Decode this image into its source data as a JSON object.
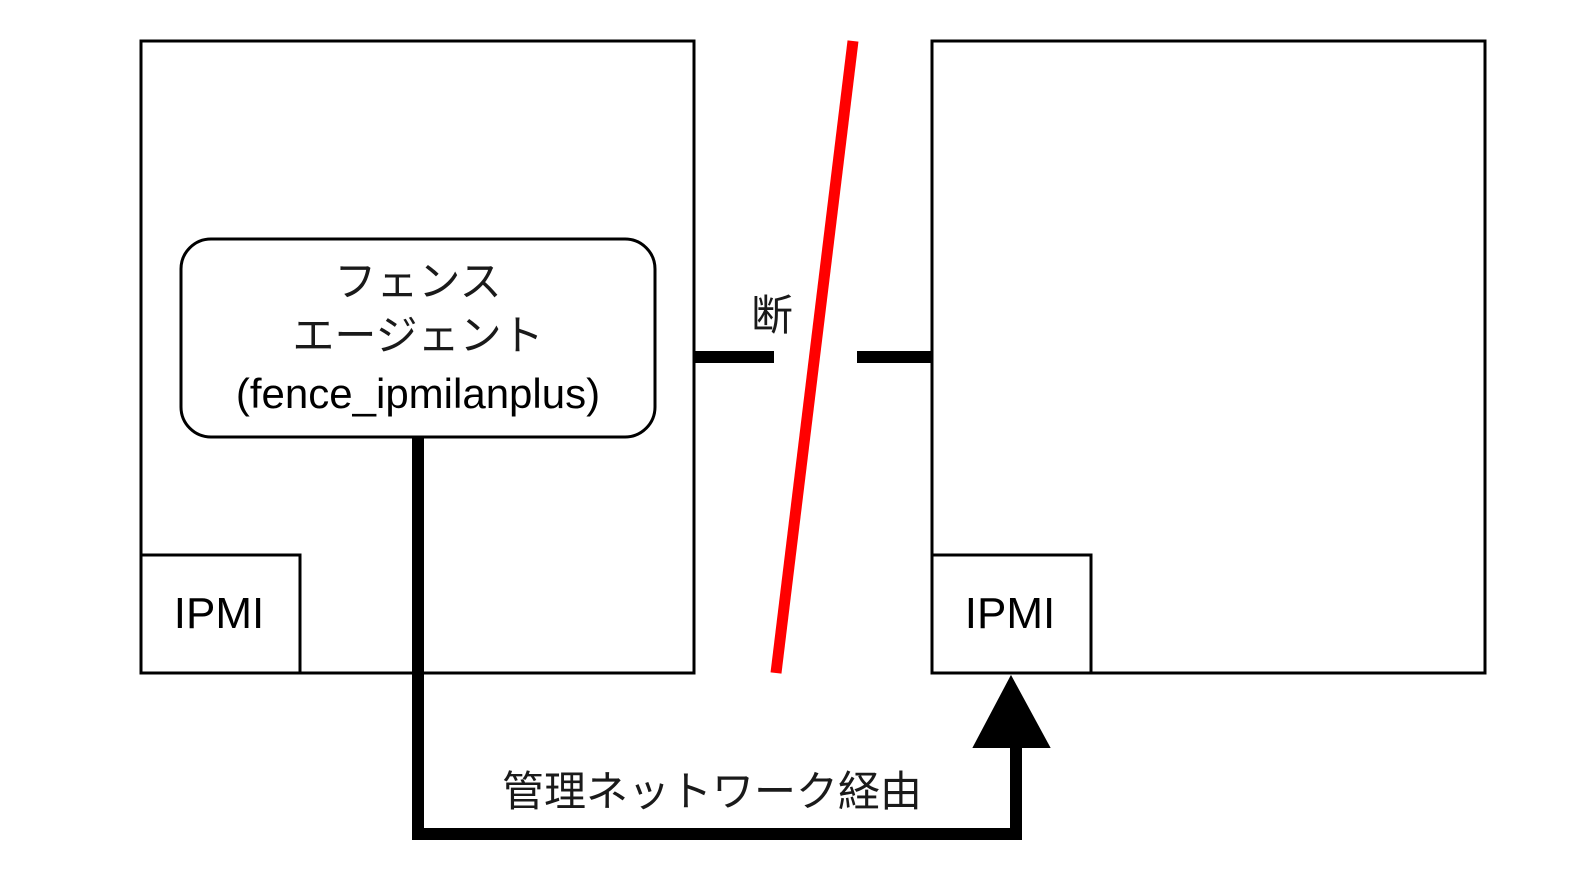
{
  "diagram": {
    "agent_line1": "フェンス",
    "agent_line2": "エージェント",
    "agent_line3": "(fence_ipmilanplus)",
    "left_ipmi": "IPMI",
    "right_ipmi": "IPMI",
    "break_label": "断",
    "route_label": "管理ネットワーク経由"
  },
  "colors": {
    "stroke": "#000000",
    "break_line": "#ff0000"
  }
}
